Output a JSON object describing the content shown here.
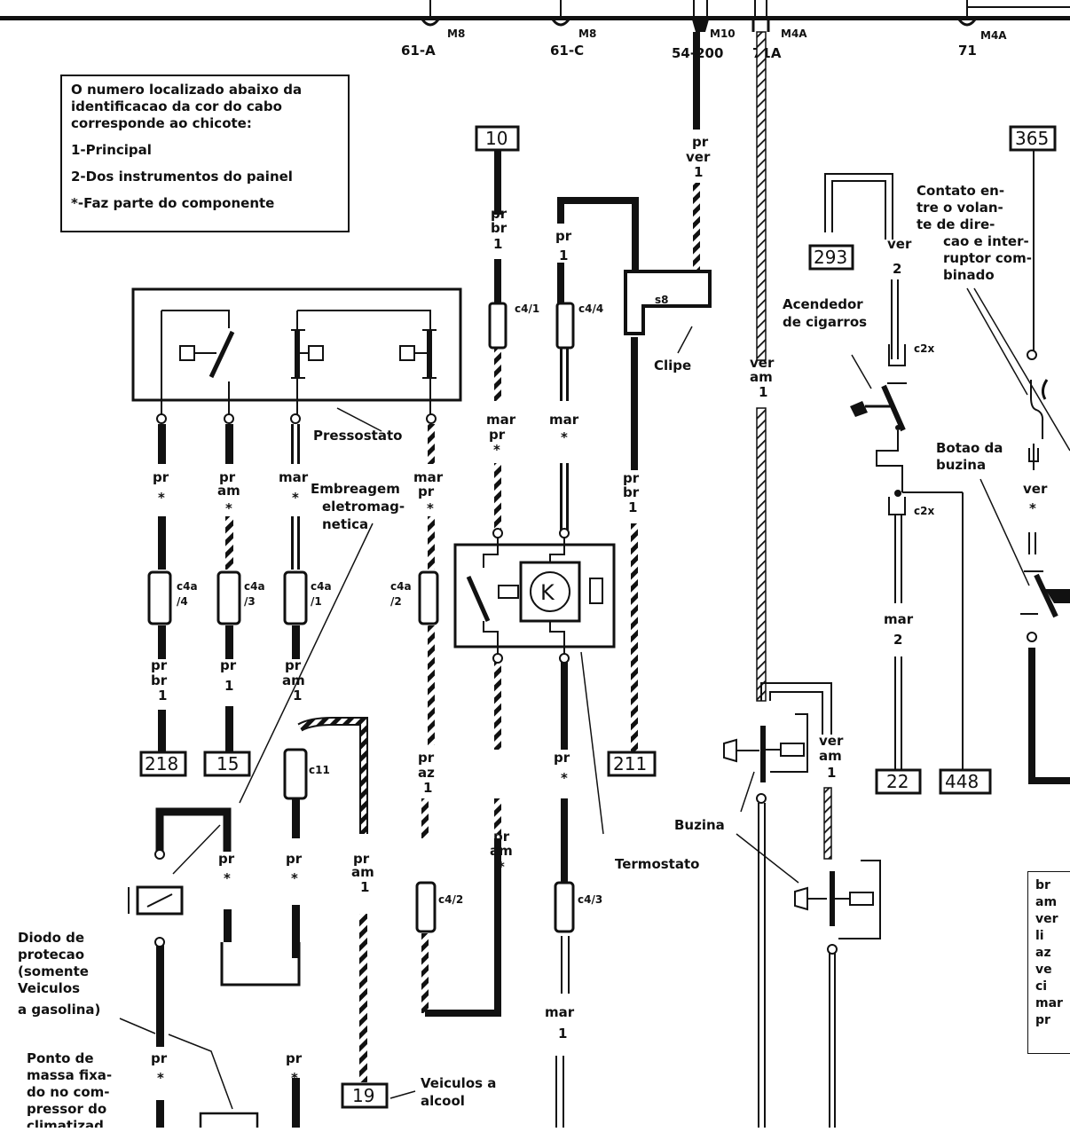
{
  "bus_connectors": [
    {
      "id": "M8",
      "ref": "61-A"
    },
    {
      "id": "M8",
      "ref": "61-C"
    },
    {
      "id": "M10",
      "ref": "54-200"
    },
    {
      "id": "M4A",
      "ref": "71A"
    },
    {
      "id": "M4A",
      "ref": "71"
    }
  ],
  "legend": {
    "intro": [
      "O numero localizado abaixo da",
      "identificacao da cor do cabo",
      "corresponde ao chicote:"
    ],
    "items": [
      "1-Principal",
      "2-Dos instrumentos do painel",
      "*-Faz parte do componente"
    ]
  },
  "boxes": {
    "b10": "10",
    "b365": "365",
    "b293": "293",
    "b218": "218",
    "b15": "15",
    "b211": "211",
    "b22": "22",
    "b448": "448",
    "b19": "19"
  },
  "components": {
    "pressostato": "Pressostato",
    "embreagem": [
      "Embreagem",
      "eletromag-",
      "netica"
    ],
    "clipe": "Clipe",
    "termostato": "Termostato",
    "buzina": "Buzina",
    "acendedor": [
      "Acendedor",
      "de cigarros"
    ],
    "contato": [
      "Contato en-",
      "tre o volan-",
      "te de dire-",
      "cao e inter-",
      "ruptor com-",
      "binado"
    ],
    "botao": [
      "Botao da",
      "buzina"
    ],
    "diodo": [
      "Diodo de",
      "protecao",
      "(somente",
      "Veiculos",
      "a gasolina)"
    ],
    "ponto": [
      "Ponto de",
      "massa fixa-",
      "do no com-",
      "pressor do",
      "climatizad"
    ],
    "veiculos": [
      "Veiculos a",
      "alcool"
    ]
  },
  "connectors": {
    "c41": "c4/1",
    "c44": "c4/4",
    "s8": "s8",
    "c2x_a": "c2x",
    "c2x_b": "c2x",
    "c4a4": [
      "c4a",
      "/4"
    ],
    "c4a3": [
      "c4a",
      "/3"
    ],
    "c4a1": [
      "c4a",
      "/1"
    ],
    "c4a2": [
      "c4a",
      "/2"
    ],
    "c11": "c11",
    "c42": "c4/2",
    "c43": "c4/3"
  },
  "wire_labels": {
    "w_prver1": [
      "pr",
      "ver",
      "1"
    ],
    "w_prbr1_top": [
      "pr",
      "br",
      "1"
    ],
    "w_pr1_top": [
      "pr",
      "1"
    ],
    "w_ver2": [
      "ver",
      "2"
    ],
    "w_veram1_a": [
      "ver",
      "am",
      "1"
    ],
    "w_marprs": [
      "mar",
      "pr",
      "*"
    ],
    "w_mars": [
      "mar",
      "*"
    ],
    "w_prbr1_b": [
      "pr",
      "br",
      "1"
    ],
    "w_ver_s": [
      "ver",
      "*"
    ],
    "w_pr_s1": [
      "pr",
      "*"
    ],
    "w_pram_s": [
      "pr",
      "am",
      "*"
    ],
    "w_mar_s": [
      "mar",
      "*"
    ],
    "w_marpr_s2": [
      "mar",
      "pr",
      "*"
    ],
    "w_prbr1_c": [
      "pr",
      "br",
      "1"
    ],
    "w_pr1_c": [
      "pr",
      "1"
    ],
    "w_pram1_c": [
      "pr",
      "am",
      "1"
    ],
    "w_mar2": [
      "mar",
      "2"
    ],
    "w_praz1": [
      "pr",
      "az",
      "1"
    ],
    "w_pr_s2": [
      "pr",
      "*"
    ],
    "w_veram1_b": [
      "ver",
      "am",
      "1"
    ],
    "w_pr_s3": [
      "pr",
      "*"
    ],
    "w_pr_s4": [
      "pr",
      "*"
    ],
    "w_pram1_d": [
      "pr",
      "am",
      "1"
    ],
    "w_pram_s2": [
      "pr",
      "am",
      "*"
    ],
    "w_mar1": [
      "mar",
      "1"
    ],
    "w_pr_s5": [
      "pr",
      "*"
    ],
    "w_pr_s6": [
      "pr",
      "*"
    ]
  },
  "color_key": [
    "br",
    "am",
    "ver",
    "li",
    "az",
    "ve",
    "ci",
    "mar",
    "pr"
  ]
}
